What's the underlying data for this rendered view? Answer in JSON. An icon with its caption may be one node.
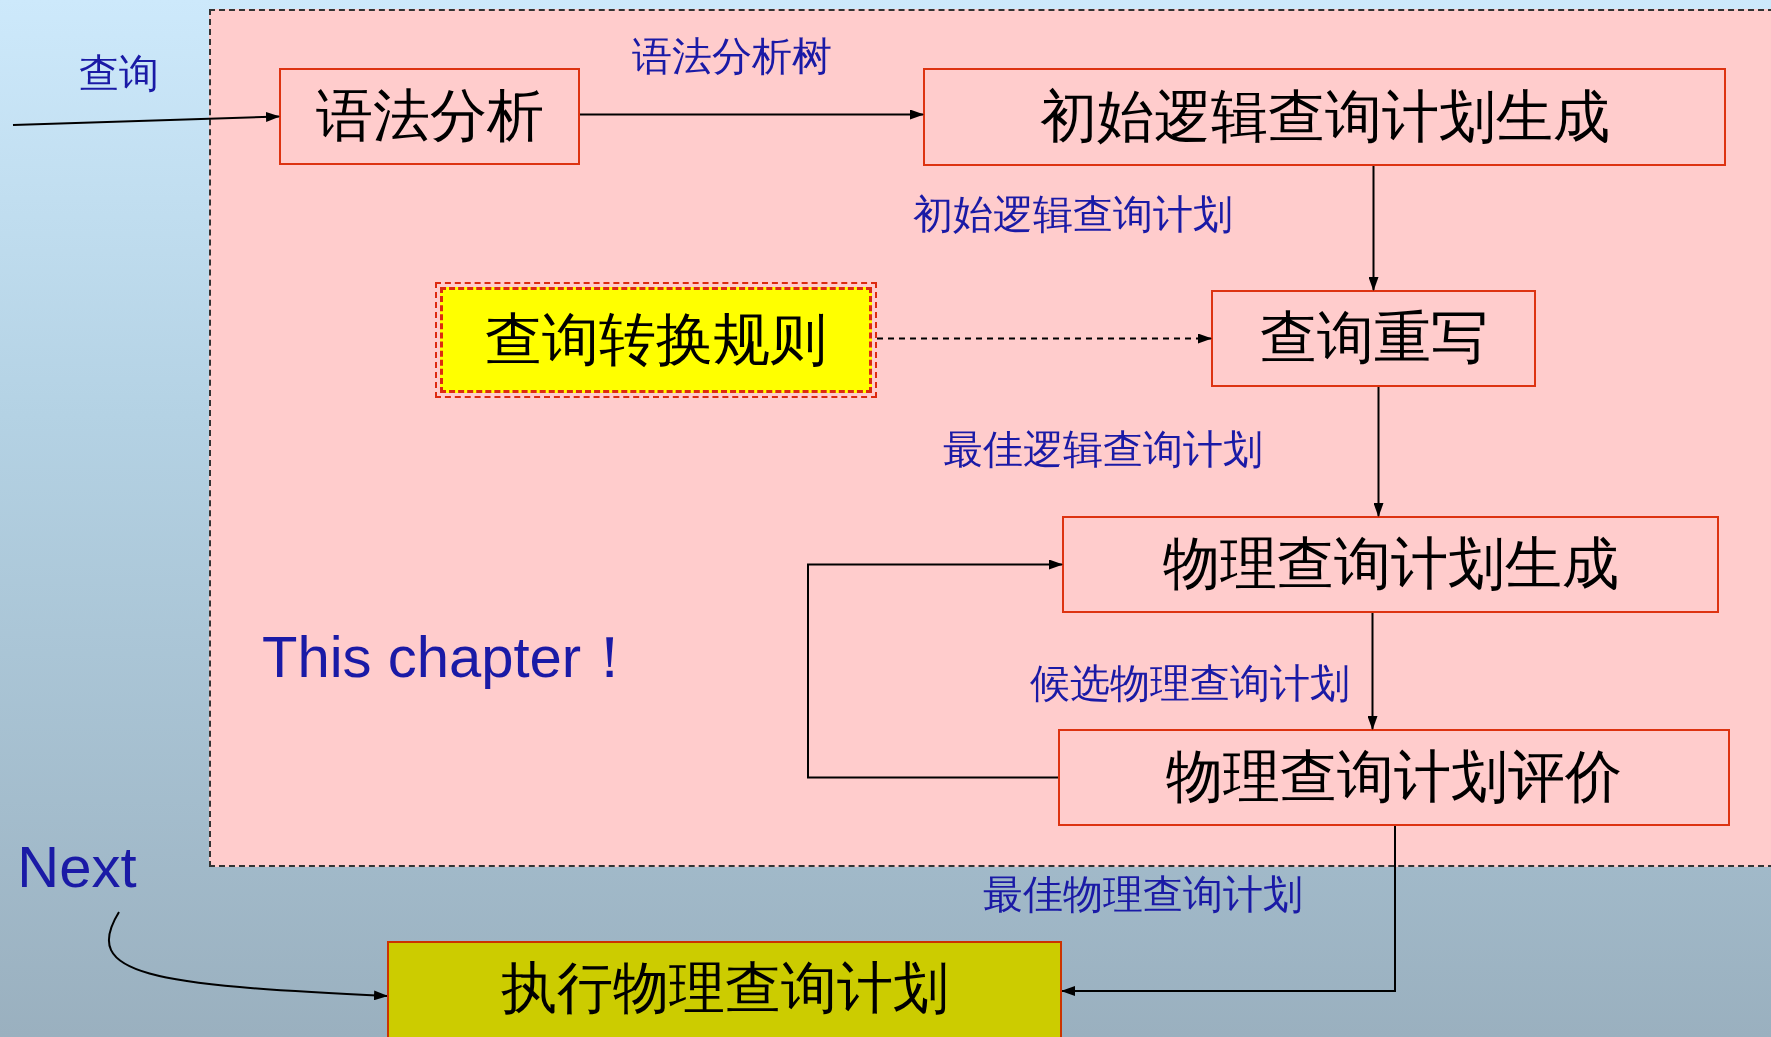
{
  "diagram": {
    "nodes": [
      {
        "text": [
          "This chapter！"
        ]
      },
      {
        "text": [
          "语法分析"
        ],
        "in": 0
      },
      {
        "text": [
          "初始逻辑查询计划生成"
        ],
        "in": 0
      },
      {
        "text": [
          "查询转换规则"
        ],
        "in": 0
      },
      {
        "text": [
          "查询重写"
        ],
        "in": 0
      },
      {
        "text": [
          "物理查询计划生成"
        ],
        "in": 0
      },
      {
        "text": [
          "物理查询计划评价"
        ],
        "in": 0
      },
      {
        "text": [
          "执行物理查询计划"
        ]
      },
      {
        "text": [
          "Next"
        ]
      }
    ],
    "edges": [
      {
        "from": null,
        "to": 1,
        "arrow": "to",
        "label": "查询"
      },
      {
        "from": 1,
        "to": 2,
        "arrow": "to",
        "label": "语法分析树"
      },
      {
        "from": 2,
        "to": 4,
        "arrow": "to",
        "label": "初始逻辑查询计划"
      },
      {
        "from": 3,
        "to": 4,
        "arrow": "to",
        "style": "dashed"
      },
      {
        "from": 4,
        "to": 5,
        "arrow": "to",
        "label": "最佳逻辑查询计划"
      },
      {
        "from": 5,
        "to": 6,
        "arrow": "to",
        "label": "候选物理查询计划"
      },
      {
        "from": 6,
        "to": 5,
        "arrow": "to"
      },
      {
        "from": 6,
        "to": 7,
        "arrow": "to",
        "label": "最佳物理查询计划"
      },
      {
        "from": 8,
        "to": 7,
        "arrow": "to"
      }
    ]
  }
}
